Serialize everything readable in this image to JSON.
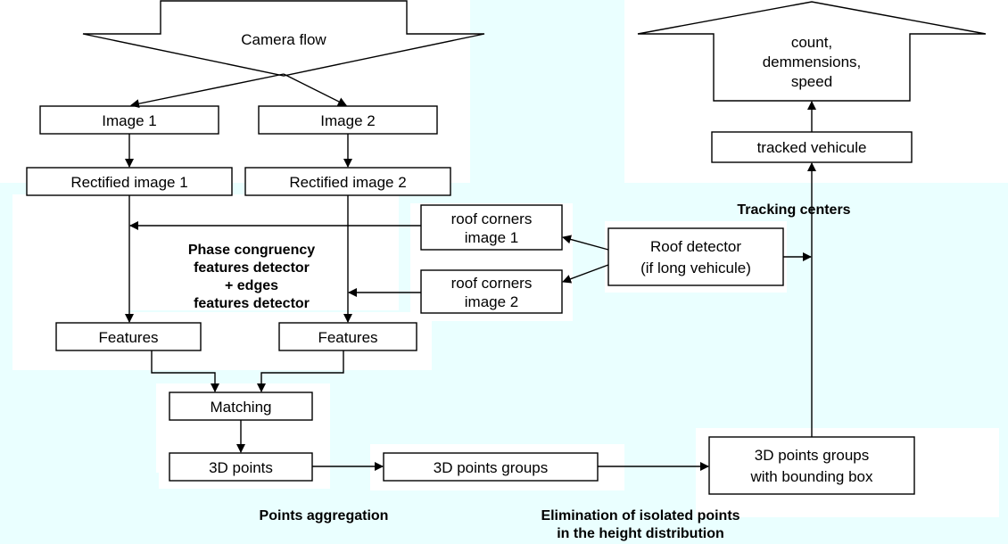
{
  "nodes": {
    "camera_flow": "Camera flow",
    "image1": "Image 1",
    "image2": "Image 2",
    "rect1": "Rectified image 1",
    "rect2": "Rectified image 2",
    "roof1_line1": "roof corners",
    "roof1_line2": "image 1",
    "roof2_line1": "roof corners",
    "roof2_line2": "image 2",
    "detector_line1": "Roof detector",
    "detector_line2": "(if long vehicule)",
    "features1": "Features",
    "features2": "Features",
    "matching": "Matching",
    "points3d": "3D points",
    "groups": "3D points groups",
    "bbox_line1": "3D points groups",
    "bbox_line2": "with bounding box",
    "tracked": "tracked vehicule",
    "output_line1": "count,",
    "output_line2": "demmensions,",
    "output_line3": "speed"
  },
  "annotations": {
    "phase_line1": "Phase congruency",
    "phase_line2": "features detector",
    "phase_line3": "+ edges",
    "phase_line4": "features detector",
    "tracking": "Tracking centers",
    "aggregation": "Points aggregation",
    "elim_line1": "Elimination of isolated points",
    "elim_line2": "in the height distribution"
  },
  "colors": {
    "background_tint": "#eaffff",
    "stroke": "#000000"
  }
}
